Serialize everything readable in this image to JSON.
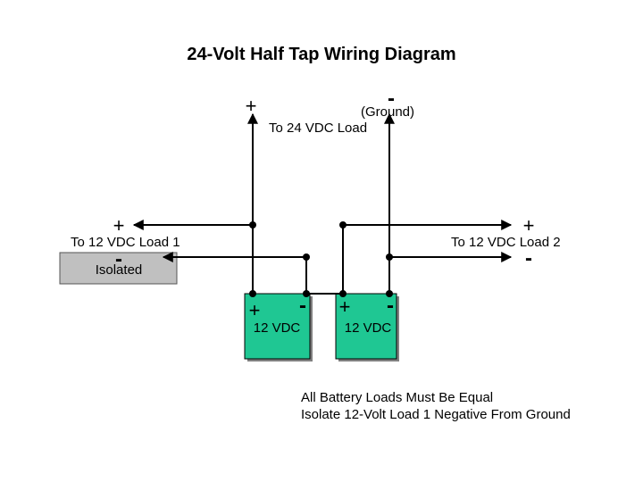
{
  "title": "24-Volt Half Tap Wiring Diagram",
  "load_24v": {
    "plus": "+",
    "minus": "-",
    "ground": "(Ground)",
    "label": "To 24 VDC Load"
  },
  "load1": {
    "plus": "+",
    "label": "To 12 VDC Load 1",
    "minus": "-",
    "isolated": "Isolated"
  },
  "load2": {
    "plus": "+",
    "label": "To 12 VDC Load 2",
    "minus": "-"
  },
  "battery1": {
    "plus": "+",
    "minus": "-",
    "label": "12 VDC"
  },
  "battery2": {
    "plus": "+",
    "minus": "-",
    "label": "12 VDC"
  },
  "notes": {
    "line1": "All Battery Loads Must Be Equal",
    "line2": "Isolate 12-Volt Load 1 Negative From Ground"
  },
  "colors": {
    "battery_fill": "#1fc793",
    "isolated_fill": "#c0c0c0",
    "wire": "#000000"
  }
}
